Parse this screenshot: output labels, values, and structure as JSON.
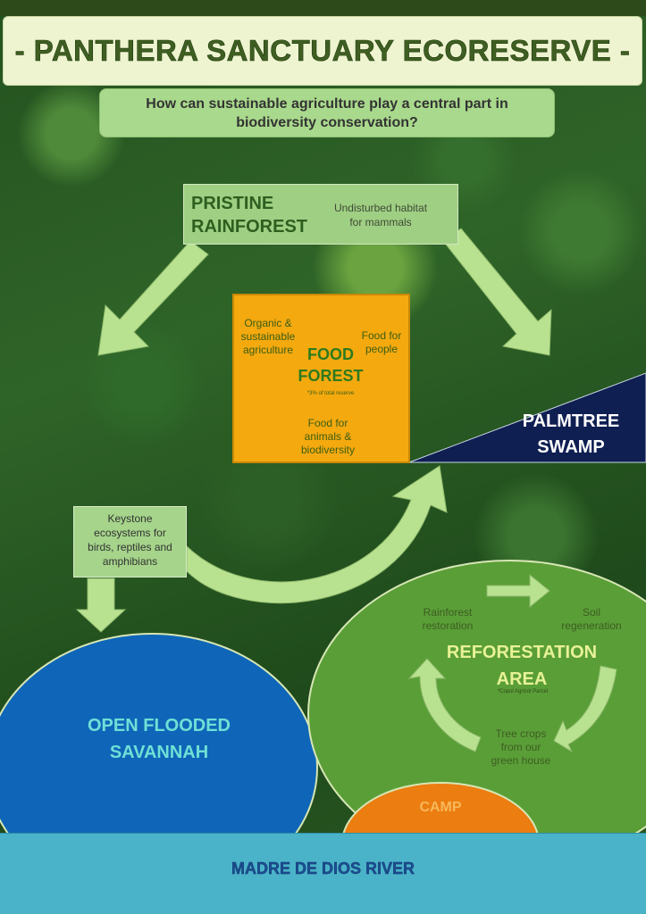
{
  "header": {
    "title": "- PANTHERA SANCTUARY ECORESERVE -",
    "question_line1": "How can sustainable agriculture play a central part in",
    "question_line2": "biodiversity conservation?"
  },
  "pristine_rainforest": {
    "title_line1": "PRISTINE",
    "title_line2": "RAINFOREST",
    "desc_line1": "Undisturbed habitat",
    "desc_line2": "for mammals"
  },
  "food_forest": {
    "title_line1": "FOOD",
    "title_line2": "FOREST",
    "note": "*3% of total reserve",
    "cycle_agriculture_line1": "Organic &",
    "cycle_agriculture_line2": "sustainable",
    "cycle_agriculture_line3": "agriculture",
    "cycle_people_line1": "Food for",
    "cycle_people_line2": "people",
    "cycle_animals_line1": "Food for",
    "cycle_animals_line2": "animals &",
    "cycle_animals_line3": "biodiversity"
  },
  "palmtree_swamp": {
    "line1": "PALMTREE",
    "line2": "SWAMP"
  },
  "keystone": {
    "line1": "Keystone",
    "line2": "ecosystems for",
    "line3": "birds, reptiles and",
    "line4": "amphibians"
  },
  "savannah": {
    "line1": "OPEN FLOODED",
    "line2": "SAVANNAH"
  },
  "reforestation": {
    "title_line1": "REFORESTATION",
    "title_line2": "AREA",
    "note": "*Copol Agricol Parcel",
    "cycle_restoration_line1": "Rainforest",
    "cycle_restoration_line2": "restoration",
    "cycle_soil_line1": "Soil",
    "cycle_soil_line2": "regeneration",
    "cycle_trees_line1": "Tree crops",
    "cycle_trees_line2": "from our",
    "cycle_trees_line3": "green house"
  },
  "camp": {
    "label": "CAMP"
  },
  "river": {
    "label": "MADRE DE DIOS RIVER"
  },
  "colors": {
    "title_text": "#3f5f22",
    "food_forest": "#f4a90f",
    "swamp": "#0f1f52",
    "savannah": "#0f66b8",
    "reforestation": "#5a9e37",
    "camp": "#ec7d10",
    "river": "#4bb3c9",
    "arrow_light": "#b9e290",
    "arrow_dark": "#4aa33a"
  }
}
